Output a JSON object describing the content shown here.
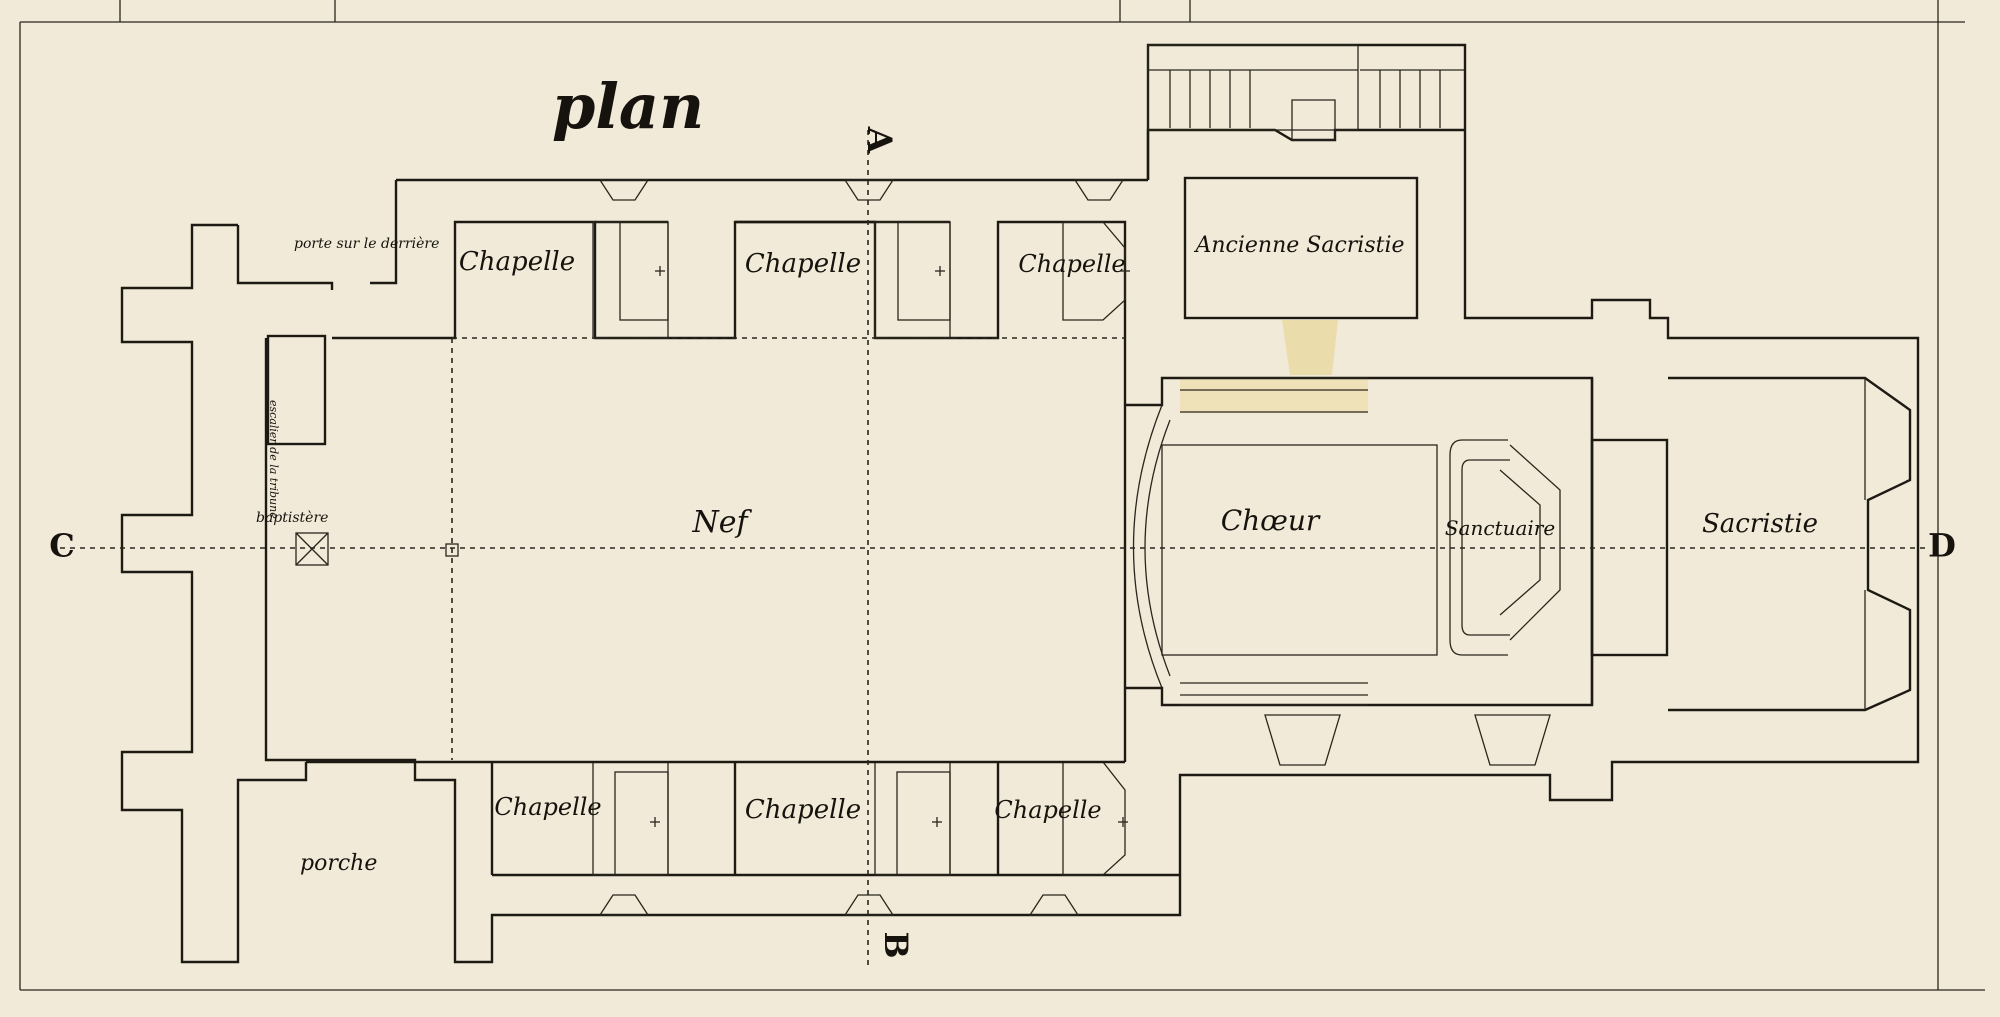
{
  "plan": {
    "title": "plan",
    "axis": {
      "a": "A",
      "b": "B",
      "c": "C",
      "d": "D"
    },
    "labels": {
      "porte": "porte sur le derrière",
      "escalier": "escalier de la tribune",
      "baptistere": "baptistère",
      "porche": "porche",
      "nef": "Nef",
      "chapelle_n1": "Chapelle",
      "chapelle_n2": "Chapelle",
      "chapelle_n3": "Chapelle",
      "chapelle_s1": "Chapelle",
      "chapelle_s2": "Chapelle",
      "chapelle_s3": "Chapelle",
      "ancienne_sacristie": "Ancienne Sacristie",
      "choeur": "Chœur",
      "sanctuaire": "Sanctuaire",
      "sacristie": "Sacristie"
    }
  },
  "colors": {
    "paper": "#f1ead8",
    "ink": "#1d1a14",
    "wash": "#ebdcab"
  }
}
